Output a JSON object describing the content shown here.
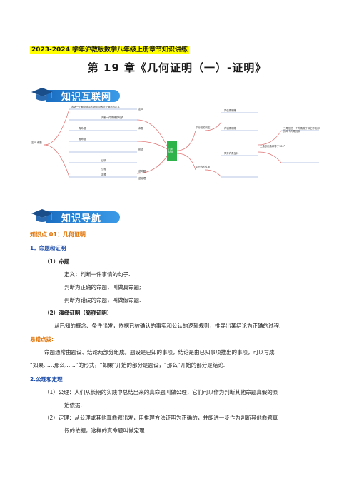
{
  "header": {
    "title": "2023-2024 学年沪教版数学八年级上册章节知识讲练"
  },
  "chapter_title": "第 19 章《几何证明（一）-证明》",
  "banners": {
    "network": "知识互联网",
    "guide": "知识导航"
  },
  "mindmap": {
    "center": "几何证明",
    "left_root": "定义 命题",
    "nodes": [
      "表述一个概念含义的语句叫做这个概念的定义",
      "判断一件事情的句子",
      "真命题",
      "假命题",
      "命题",
      "定义",
      "形式",
      "证明",
      "公理",
      "定理",
      "平行线的判定",
      "平行线的性质",
      "同位角相等",
      "内错角相等",
      "同旁内角互补",
      "三角形内角和等于180°",
      "三角形的一个外角等于和它不相邻的两个内角的和",
      "逆命题",
      "逆定理"
    ]
  },
  "kp1_title": "知识点 01：几何证明",
  "s1": {
    "heading": "1．命题和证明",
    "sub1": "（1）命题",
    "def": "定义：判断一件事情的句子.",
    "true_prop": "判断为正确的命题，叫做真命题;",
    "false_prop": "判断为错误的命题，叫做假命题.",
    "sub2": "（2）演绎证明（简称证明）",
    "proof": "从已知的概念、条件出发，依据已被确认的事实和公认的逻辑规则，推导出某结论为正确的过程.",
    "warn": "易错点拨:",
    "warn_text1": "命题通常由题设、结论两部分组成。题设是已知的事项，结论是由已知事项推出的事项，可以写成",
    "warn_text2": "“如果……那么……”的形式，“如果”开始的部分是题设，“那么”开始的部分是结论."
  },
  "s2": {
    "heading": "2.公理和定理",
    "axiom1": "（1）公理：人们从长期的实践中总结出来的真命题叫做公理，它们可以作为判断其他命题真假的原",
    "axiom2": "始依据.",
    "theorem1": "（2）定理：从公理或其他真命题出发，用推理方法证明为正确的，并能进一步作为判断其他命题真",
    "theorem2": "假的依据，这样的真命题叫做定理."
  },
  "colors": {
    "highlight": "#ffff00",
    "accent": "#e07000",
    "heading": "#1f4ea8",
    "center": "#2db34a"
  }
}
